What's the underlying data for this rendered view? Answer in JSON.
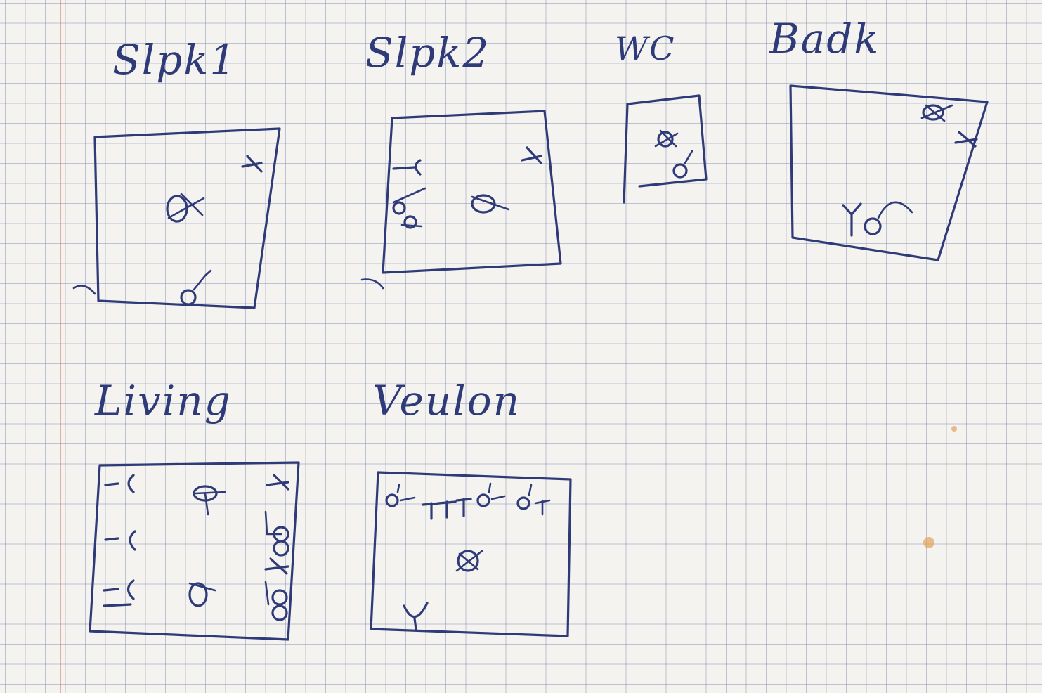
{
  "room_labels": {
    "slpk1": "Slpk1",
    "slpk2": "Slpk2",
    "wc": "WC",
    "badk": "Badk",
    "living": "Living",
    "veranda": "Veulon"
  },
  "colors": {
    "ink": "#2f3a78",
    "paper": "#f4f3ef",
    "grid": "#8c9ac0",
    "margin_line": "#d27864"
  }
}
